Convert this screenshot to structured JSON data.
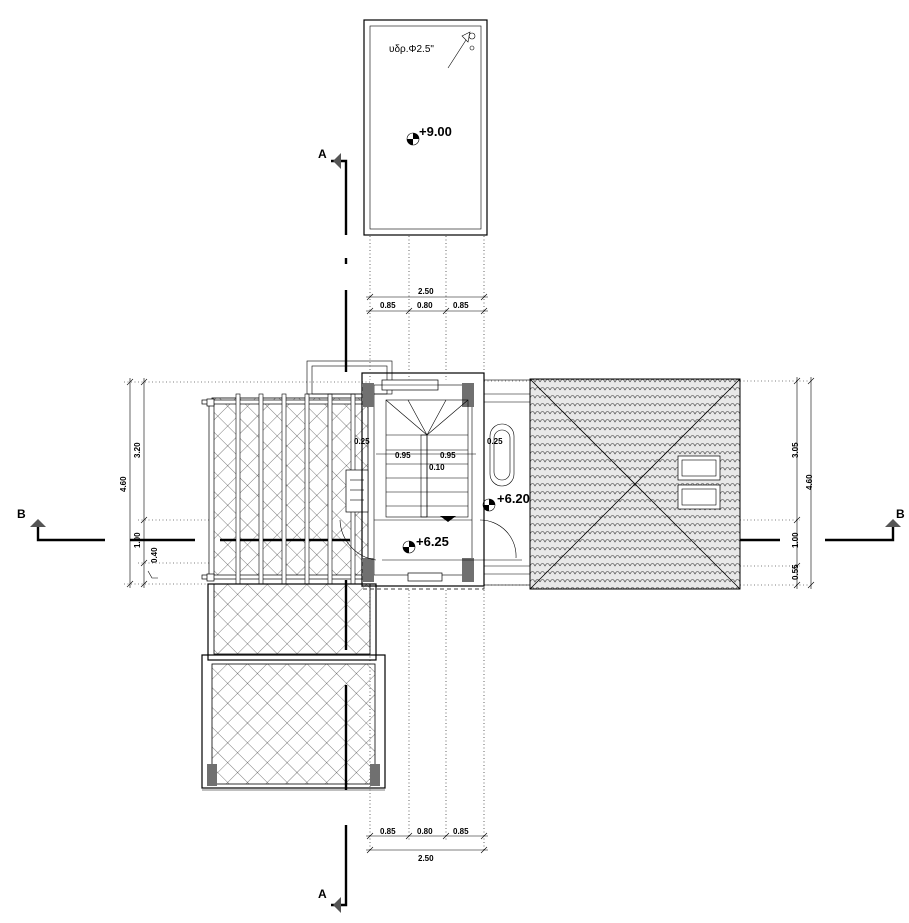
{
  "plan": {
    "pipe_label": "υδρ.Φ2.5\"",
    "levels": {
      "roof_top": "+9.00",
      "landing_upper": "+6.20",
      "landing_lower": "+6.25"
    },
    "section_a_top": "A",
    "section_a_bottom": "A",
    "section_b_left": "B",
    "section_b_right": "B",
    "dims_top": {
      "overall": "2.50",
      "left": "0.85",
      "mid": "0.80",
      "right": "0.85"
    },
    "dims_bottom": {
      "overall": "2.50",
      "left": "0.85",
      "mid": "0.80",
      "right": "0.85"
    },
    "dims_left": {
      "overall": "4.60",
      "upper": "3.20",
      "mid": "1.00",
      "low": "0.40"
    },
    "dims_right": {
      "overall": "4.60",
      "upper": "3.05",
      "mid": "1.00",
      "low": "0.55"
    },
    "dims_stair": {
      "left_gap": "0.25",
      "right_gap": "0.25",
      "flight_left": "0.95",
      "flight_right": "0.95",
      "well": "0.10"
    }
  },
  "colors": {
    "line": "#000000",
    "roof_fill": "#e8e8e8",
    "column": "#707070"
  }
}
